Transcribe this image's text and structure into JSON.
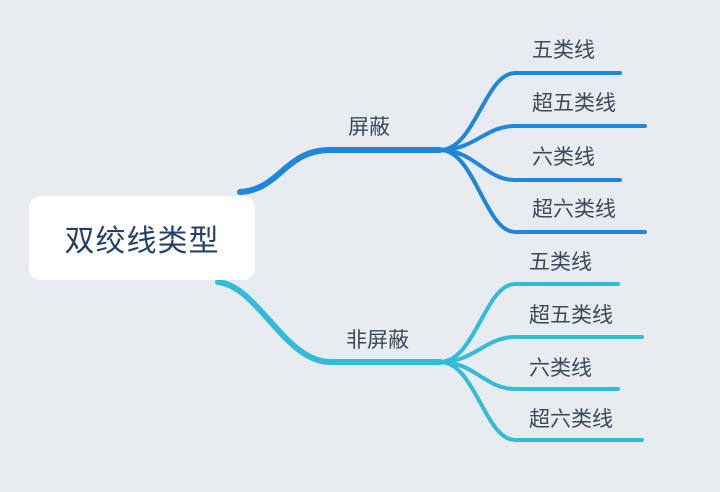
{
  "colors": {
    "background": "#e8ebef",
    "root_fill": "#ffffff",
    "root_text": "#24406a",
    "node_text": "#3a4a5c",
    "shielded_link": "#1e86db",
    "unshielded_link": "#33bcd8"
  },
  "mindmap": {
    "root": "双绞线类型",
    "branches": [
      {
        "label": "屏蔽",
        "children": [
          "五类线",
          "超五类线",
          "六类线",
          "超六类线"
        ]
      },
      {
        "label": "非屏蔽",
        "children": [
          "五类线",
          "超五类线",
          "六类线",
          "超六类线"
        ]
      }
    ]
  }
}
